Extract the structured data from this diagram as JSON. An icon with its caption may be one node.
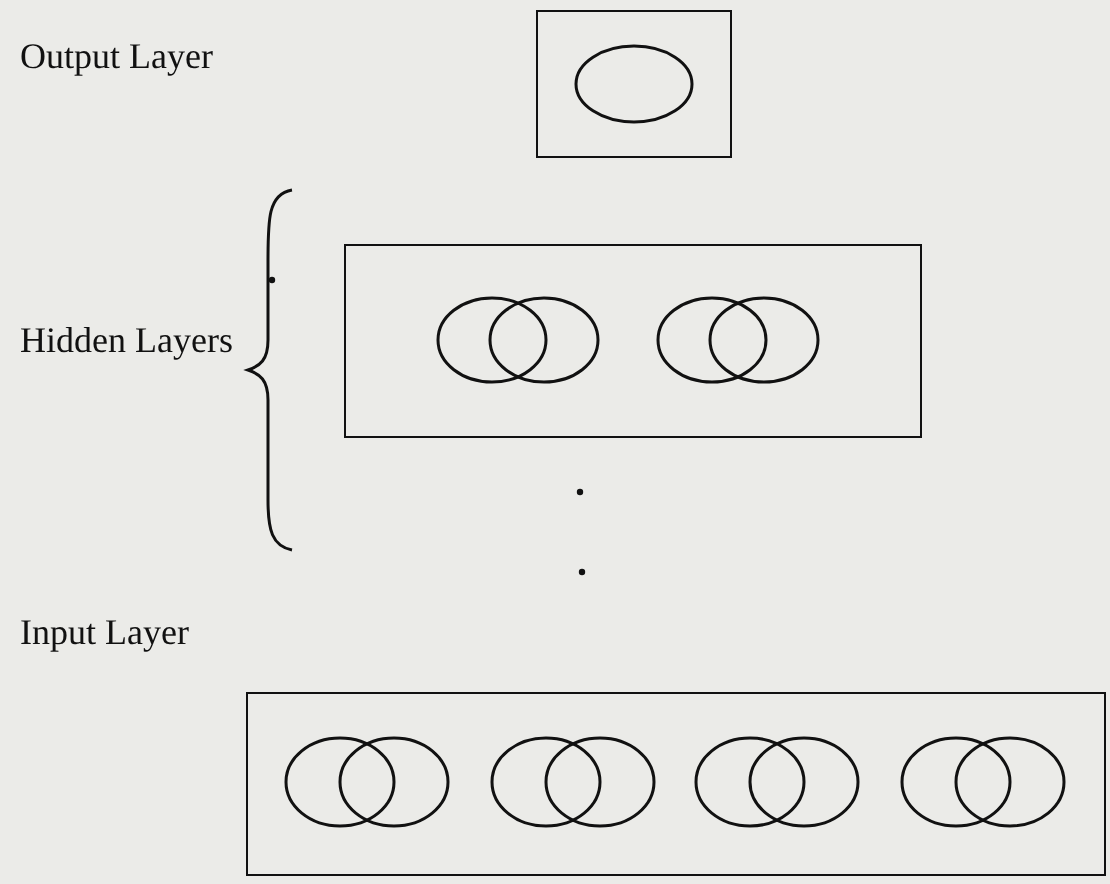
{
  "diagram": {
    "nodes": [
      {
        "text": [],
        "shape": "box"
      },
      {
        "text": [],
        "shape": "ellipse",
        "in": 0
      },
      {
        "text": [],
        "shape": "box"
      },
      {
        "text": [],
        "shape": "ellipse",
        "in": 2
      },
      {
        "text": [],
        "shape": "ellipse",
        "in": 2
      },
      {
        "text": [],
        "shape": "ellipse",
        "in": 2
      },
      {
        "text": [],
        "shape": "ellipse",
        "in": 2
      },
      {
        "text": [],
        "shape": "box"
      },
      {
        "text": [],
        "shape": "ellipse",
        "in": 7
      },
      {
        "text": [],
        "shape": "ellipse",
        "in": 7
      },
      {
        "text": [],
        "shape": "ellipse",
        "in": 7
      },
      {
        "text": [],
        "shape": "ellipse",
        "in": 7
      },
      {
        "text": [],
        "shape": "ellipse",
        "in": 7
      },
      {
        "text": [],
        "shape": "ellipse",
        "in": 7
      },
      {
        "text": [],
        "shape": "ellipse",
        "in": 7
      },
      {
        "text": [],
        "shape": "ellipse",
        "in": 7
      }
    ],
    "labels": [
      "Output Layer",
      "Hidden Layers",
      "Input Layer"
    ]
  }
}
